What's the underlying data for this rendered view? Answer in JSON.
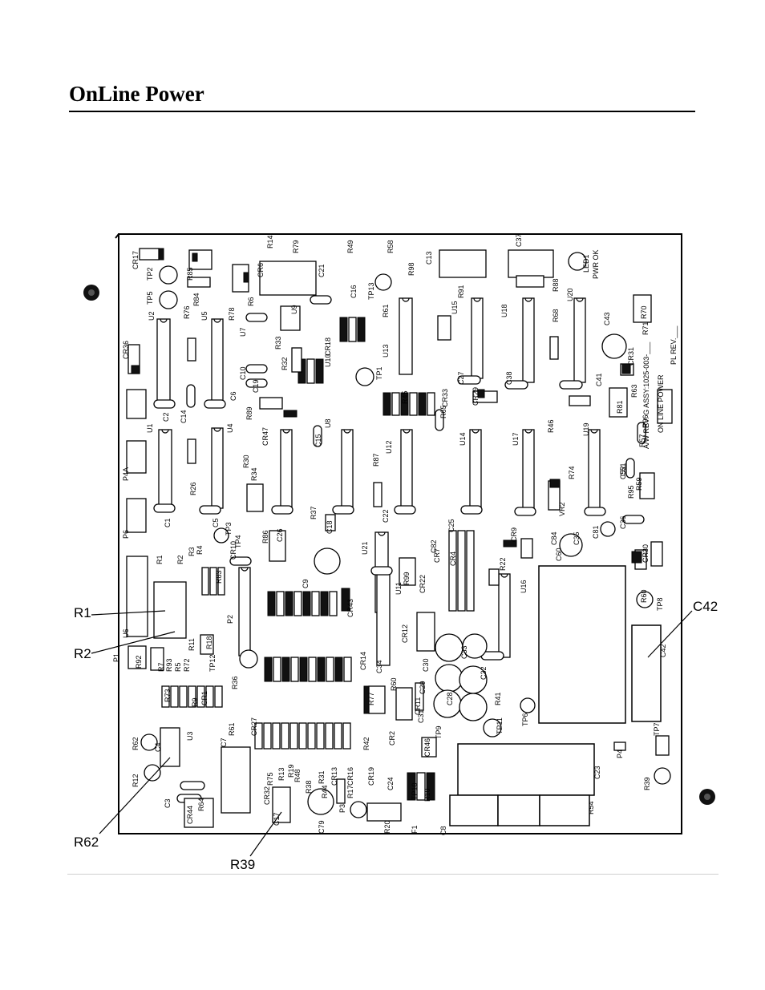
{
  "page": {
    "title": "OnLine Power"
  },
  "diagram": {
    "board_side_text": [
      "PL REV.___",
      "ON LINE POWER",
      "A/W REV. G ASSY:1025-003-___"
    ],
    "callouts": [
      {
        "id": "r1",
        "label": "R1"
      },
      {
        "id": "r2",
        "label": "R2"
      },
      {
        "id": "r62",
        "label": "R62"
      },
      {
        "id": "r39",
        "label": "R39"
      },
      {
        "id": "c42",
        "label": "C42"
      }
    ],
    "silkscreen": [
      "TP2",
      "TP5",
      "CR17",
      "R85",
      "R84",
      "R76",
      "U2",
      "U5",
      "R78",
      "R6",
      "U7",
      "R14",
      "CR6",
      "R79",
      "R49",
      "R58",
      "C13",
      "C37",
      "LED1",
      "PWR OK",
      "C21",
      "C16",
      "TP13",
      "R98",
      "R91",
      "U15",
      "U18",
      "R88",
      "U20",
      "CR36",
      "R32",
      "R33",
      "U9",
      "R61",
      "CR18",
      "C43",
      "R68",
      "CR31",
      "R70",
      "R71",
      "C10",
      "C19",
      "TP1",
      "U13",
      "CR29",
      "C27",
      "C38",
      "C41",
      "R63",
      "U1",
      "C2",
      "C14",
      "C6",
      "U4",
      "R89",
      "CR47",
      "U8",
      "U10",
      "R45",
      "CR33",
      "R87",
      "U12",
      "U14",
      "U17",
      "R46",
      "U19",
      "R57",
      "C51",
      "R96",
      "R26",
      "R30",
      "R34",
      "C15",
      "C52",
      "R95",
      "R59",
      "VR2",
      "R74",
      "P4A",
      "P6",
      "C1",
      "C5",
      "TP3",
      "R37",
      "C18",
      "C22",
      "C25",
      "C84",
      "C35",
      "C81",
      "C36",
      "CR9",
      "C60",
      "R3",
      "R4",
      "TP4",
      "C26",
      "R86",
      "CR10",
      "C9",
      "C82",
      "U21",
      "CR7",
      "CR4",
      "R22",
      "R1",
      "R2",
      "R83",
      "R99",
      "U11",
      "CR22",
      "U16",
      "CR30",
      "R60",
      "TP8",
      "CR43",
      "P2",
      "U6",
      "CR12",
      "VR1",
      "C42",
      "R11",
      "R18",
      "C33",
      "C30",
      "C32",
      "P1",
      "R92",
      "R7",
      "R93",
      "R5",
      "R72",
      "TP12",
      "R36",
      "CR14",
      "C34",
      "C28",
      "C29",
      "R41",
      "CR11",
      "R60",
      "R73",
      "R9",
      "CR1",
      "R77",
      "C31",
      "TP9",
      "TP11",
      "TP6",
      "R62",
      "C4",
      "U3",
      "C7",
      "R61",
      "CR27",
      "R42",
      "CR2",
      "CR46",
      "P4",
      "TP7",
      "R12",
      "C3",
      "R64",
      "CR32",
      "R75",
      "R13",
      "R19",
      "R48",
      "R31",
      "R44",
      "CR13",
      "CR16",
      "CR19",
      "C24",
      "C23",
      "TP10",
      "R10",
      "R39",
      "CR44",
      "C17",
      "R38",
      "C79",
      "P3",
      "R17",
      "R20",
      "F1",
      "C8",
      "R54",
      "R65",
      "R81"
    ]
  }
}
